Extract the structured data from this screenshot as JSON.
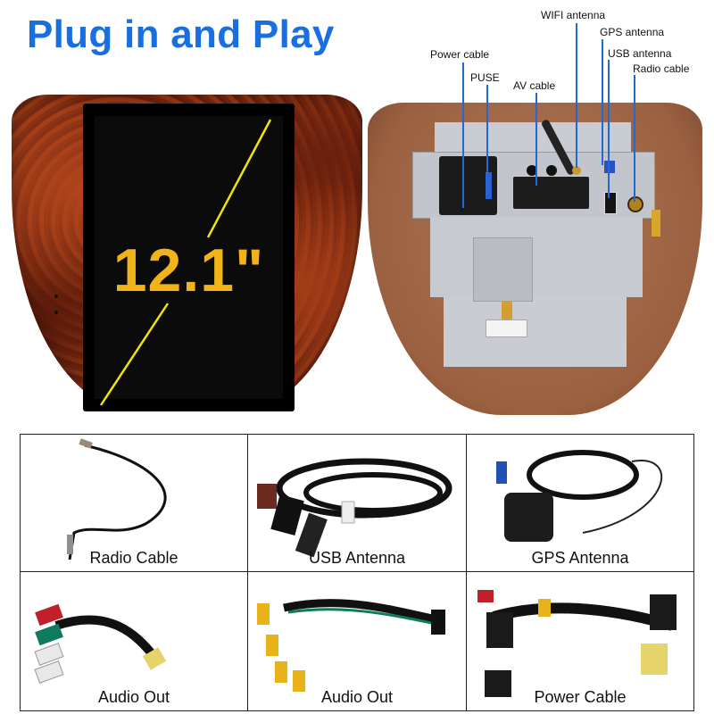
{
  "header": {
    "title": "Plug in and Play"
  },
  "front_unit": {
    "screen_size_label": "12.1\"",
    "colors": {
      "title_blue": "#1a6fe0",
      "size_label": "#f1b418",
      "diagonal_line": "#f2e400",
      "wood": "#8a3014"
    }
  },
  "rear_unit": {
    "callouts": [
      {
        "label": "Power cable"
      },
      {
        "label": "PUSE"
      },
      {
        "label": "AV cable"
      },
      {
        "label": "WIFI antenna"
      },
      {
        "label": "GPS antenna"
      },
      {
        "label": "USB antenna"
      },
      {
        "label": "Radio cable"
      }
    ],
    "leader_color": "#1f6ad6"
  },
  "accessories": [
    {
      "caption": "Radio Cable",
      "icon": "radio-cable-image"
    },
    {
      "caption": "USB Antenna",
      "icon": "usb-antenna-image"
    },
    {
      "caption": "GPS Antenna",
      "icon": "gps-antenna-image"
    },
    {
      "caption": "Audio Out",
      "icon": "audio-out-rca-image"
    },
    {
      "caption": "Audio Out",
      "icon": "audio-out-rca-image"
    },
    {
      "caption": "Power Cable",
      "icon": "power-harness-image"
    }
  ]
}
